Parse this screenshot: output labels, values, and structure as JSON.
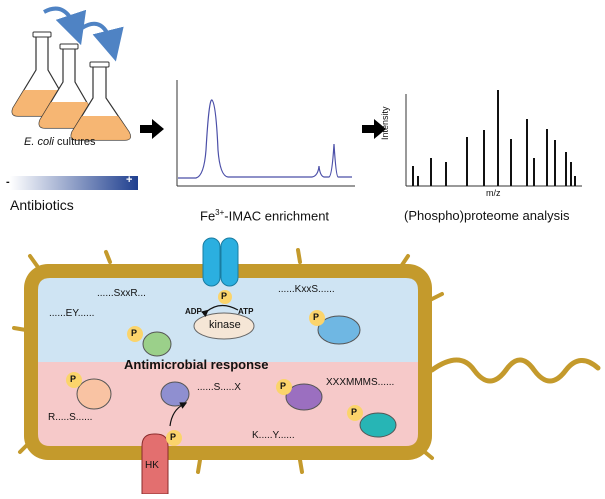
{
  "workflow": {
    "culture_italic": "E. coli",
    "culture_rest": " cultures",
    "gradient_minus": "-",
    "gradient_plus": "+",
    "antibiotics_label": "Antibiotics",
    "imac_prefix": "Fe",
    "imac_sup": "3+",
    "imac_suffix": "-IMAC enrichment",
    "ms_ylabel": "Intensity",
    "ms_xlabel": "m/z",
    "proteome_label": "(Phospho)proteome analysis"
  },
  "cell": {
    "title": "Antimicrobial response",
    "kinase_label": "kinase",
    "adp_label": "ADP",
    "atp_label": "ATP",
    "hk_label": "HK",
    "phospho_label": "P",
    "motifs": {
      "sxxr": "......SxxR...",
      "ey": "......EY......",
      "kxxs": "......KxxS......",
      "sx": "......S.....X",
      "xxxmmms": "XXXMMMS......",
      "rs": "R.....S......",
      "ky": "K.....Y......"
    }
  },
  "colors": {
    "flask_liquid": "#f5b26b",
    "arrow_blue": "#4f83c4",
    "cell_wall": "#c49a2c",
    "cytoplasm_top": "#cfe4f3",
    "cytoplasm_bottom": "#f6c9c9",
    "phospho_yellow": "#fbd46b",
    "receptor": "#2bafe0",
    "hk": "#e36f6f",
    "chromatogram": "#4b4fa8"
  }
}
